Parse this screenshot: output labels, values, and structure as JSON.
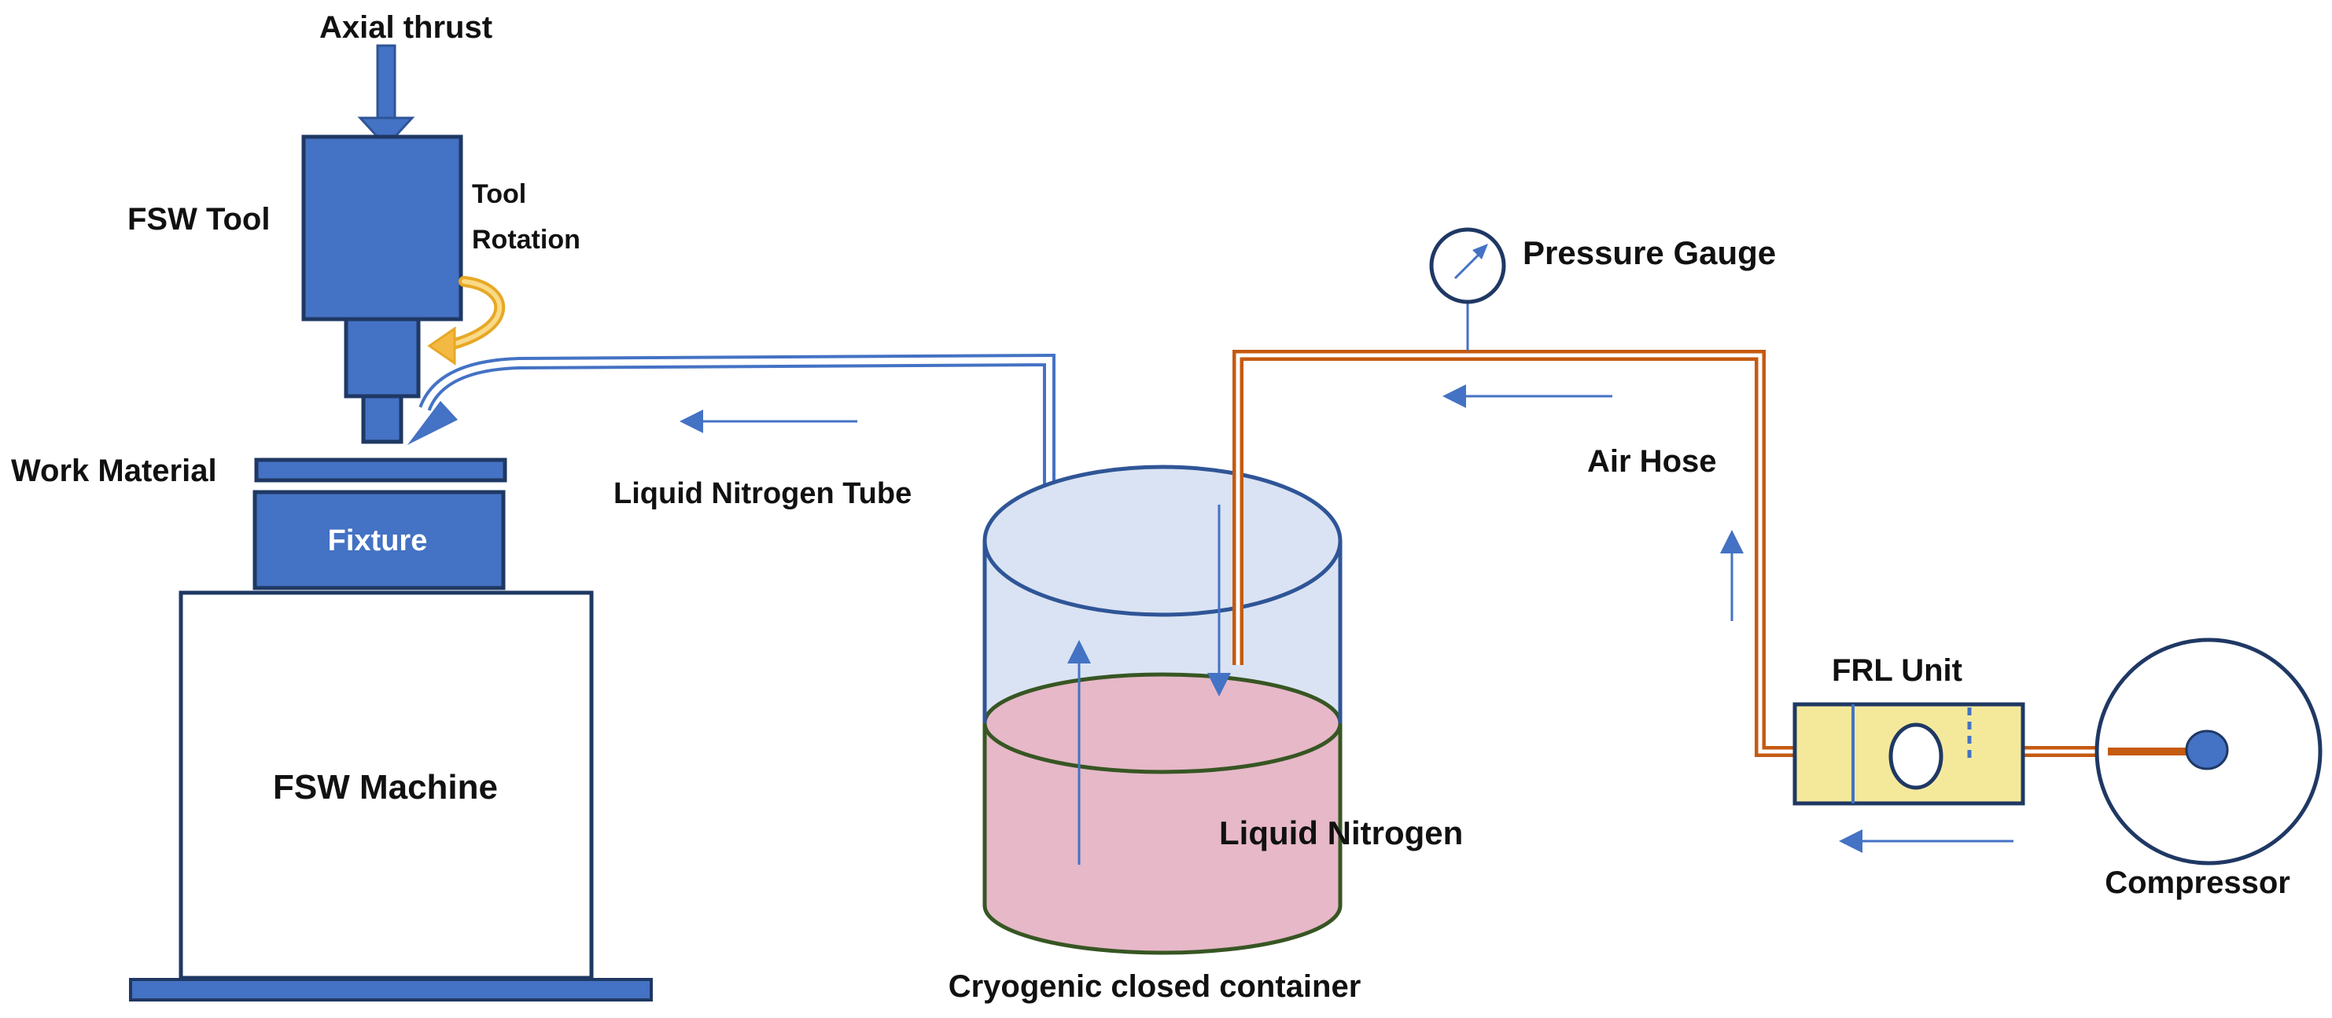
{
  "labels": {
    "axial_thrust": "Axial thrust",
    "fsw_tool": "FSW Tool",
    "tool_rotation_line1": "Tool",
    "tool_rotation_line2": "Rotation",
    "work_material": "Work Material",
    "fixture": "Fixture",
    "fsw_machine": "FSW Machine",
    "liquid_nitrogen_tube": "Liquid Nitrogen Tube",
    "pressure_gauge": "Pressure Gauge",
    "air_hose": "Air Hose",
    "frl_unit": "FRL Unit",
    "compressor": "Compressor",
    "liquid_nitrogen": "Liquid Nitrogen",
    "cryogenic_container": "Cryogenic closed container"
  },
  "colors": {
    "component_fill": "#4472C4",
    "component_stroke": "#1F3864",
    "tube_blue": "#4472C4",
    "air_hose": "#C55A11",
    "container_top": "#DAE3F3",
    "liquid_fill": "#E6B8C8",
    "liquid_rim": "#375623",
    "frl_fill": "#F4E99B",
    "rotation_arrow": "#F4B942"
  }
}
